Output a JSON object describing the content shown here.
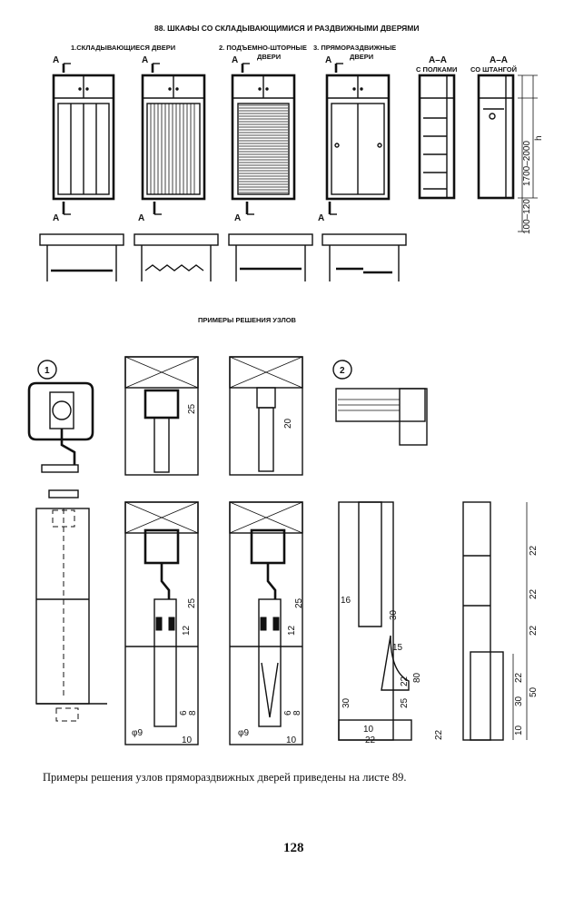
{
  "page_title": "88. ШКАФЫ СО СКЛАДЫВАЮЩИМИСЯ И РАЗДВИЖНЫМИ ДВЕРЯМИ",
  "types": [
    {
      "label": "1.СКЛАДЫВАЮЩИЕСЯ ДВЕРИ"
    },
    {
      "label_line1": "2. ПОДЪЕМНО-ШТОРНЫЕ",
      "label_line2": "ДВЕРИ"
    },
    {
      "label_line1": "3. ПРЯМОРАЗДВИЖНЫЕ",
      "label_line2": "ДВЕРИ"
    }
  ],
  "sections": [
    {
      "mark": "А–А",
      "label": "С ПОЛКАМИ"
    },
    {
      "mark": "А–А",
      "label": "СО ШТАНГОЙ"
    }
  ],
  "section_letter": "А",
  "height_dims": {
    "upper": "1700–2000",
    "letter": "h",
    "base": "100–120"
  },
  "subtitle": "ПРИМЕРЫ РЕШЕНИЯ УЗЛОВ",
  "node_markers": [
    "1",
    "2"
  ],
  "dimensions": {
    "d25a": "25",
    "d20": "20",
    "d25b": "25",
    "d25c": "25",
    "d12a": "12",
    "d12b": "12",
    "d6a": "6",
    "d8a": "8",
    "d6b": "6",
    "d8b": "8",
    "d10a": "10",
    "d10b": "10",
    "phi9a": "φ9",
    "phi9b": "φ9",
    "d16": "16",
    "d30a": "30",
    "d15": "15",
    "d30b": "30",
    "d25d": "25",
    "d22a": "22",
    "d80": "80",
    "d10c": "10",
    "d22b": "22",
    "d22c": "22",
    "r22a": "22",
    "r22b": "22",
    "r22c": "22",
    "r22d": "22",
    "r30": "30",
    "r50": "50",
    "r10": "10"
  },
  "caption": "Примеры решения узлов прямораздвижных дверей приведены на листе 89.",
  "page_number": "128"
}
